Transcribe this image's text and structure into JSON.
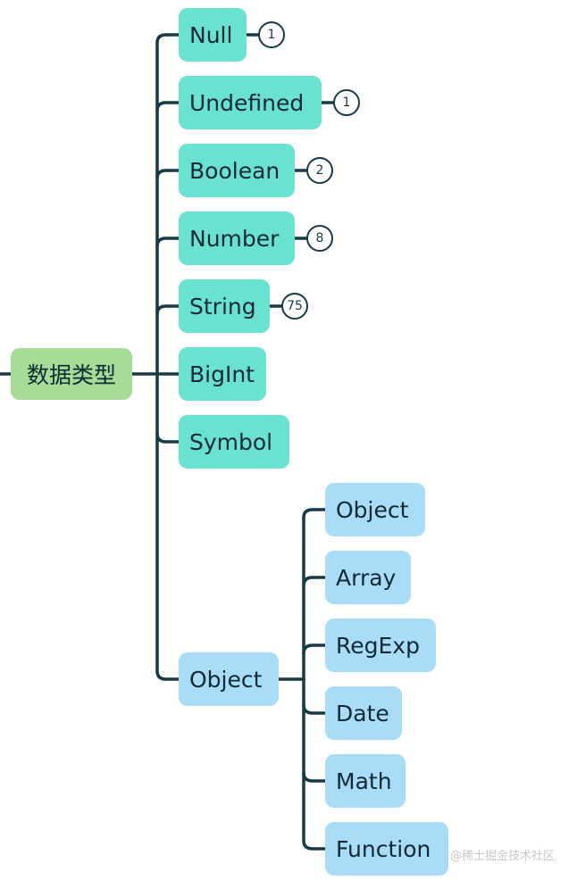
{
  "root": {
    "label": "数据类型"
  },
  "primitives": [
    {
      "label": "Null",
      "badge": "1"
    },
    {
      "label": "Undefined",
      "badge": "1"
    },
    {
      "label": "Boolean",
      "badge": "2"
    },
    {
      "label": "Number",
      "badge": "8"
    },
    {
      "label": "String",
      "badge": "75"
    },
    {
      "label": "BigInt"
    },
    {
      "label": "Symbol"
    }
  ],
  "object": {
    "label": "Object",
    "children": [
      {
        "label": "Object"
      },
      {
        "label": "Array"
      },
      {
        "label": "RegExp"
      },
      {
        "label": "Date"
      },
      {
        "label": "Math"
      },
      {
        "label": "Function"
      }
    ]
  },
  "watermark": "@稀土掘金技术社区",
  "colors": {
    "root_fill": "#a6dc98",
    "primitive_fill": "#69e2cf",
    "object_fill": "#a9dcf6",
    "connector": "#173a46"
  }
}
